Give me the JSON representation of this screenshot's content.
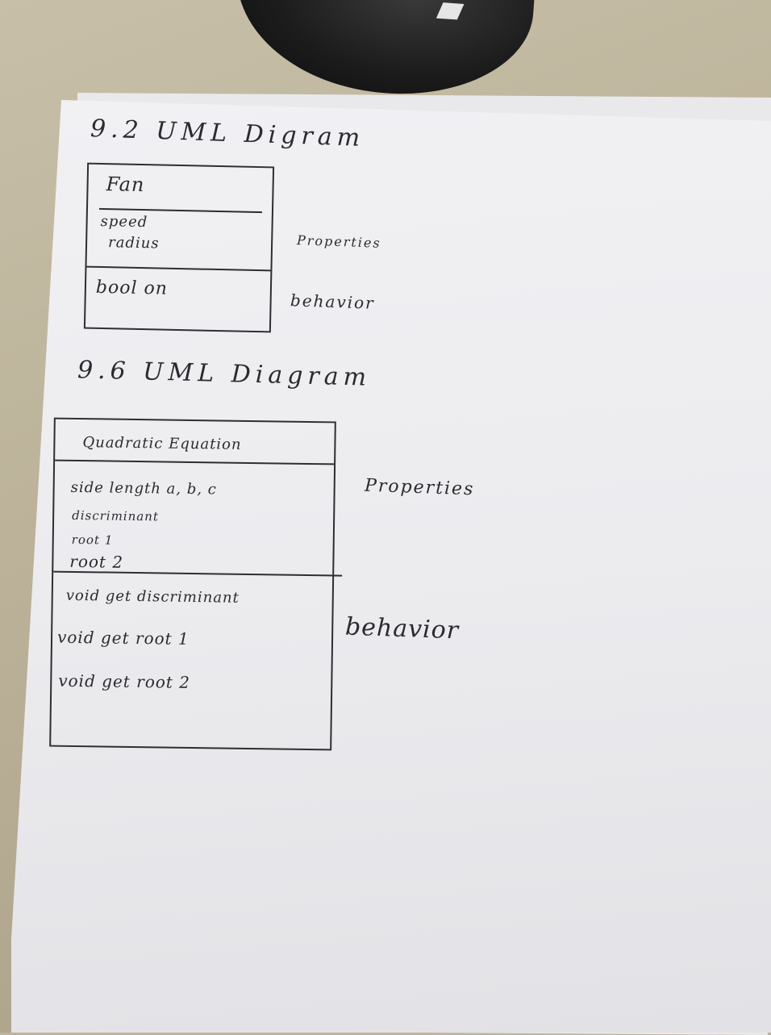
{
  "diagram1": {
    "heading": "9.2  UML Digram",
    "class_name": "Fan",
    "attributes": [
      "speed",
      "radius"
    ],
    "methods": [
      "bool on"
    ],
    "side_properties": "Properties",
    "side_behavior": "behavior"
  },
  "diagram2": {
    "heading": "9.6  UML Diagram",
    "class_name": "Quadratic Equation",
    "attributes": [
      "side length a, b, c",
      "discriminant",
      "root 1",
      "root 2"
    ],
    "methods": [
      "void  get discriminant",
      "void  get root 1",
      "void  get root 2"
    ],
    "side_properties": "Properties",
    "side_behavior": "behavior"
  }
}
